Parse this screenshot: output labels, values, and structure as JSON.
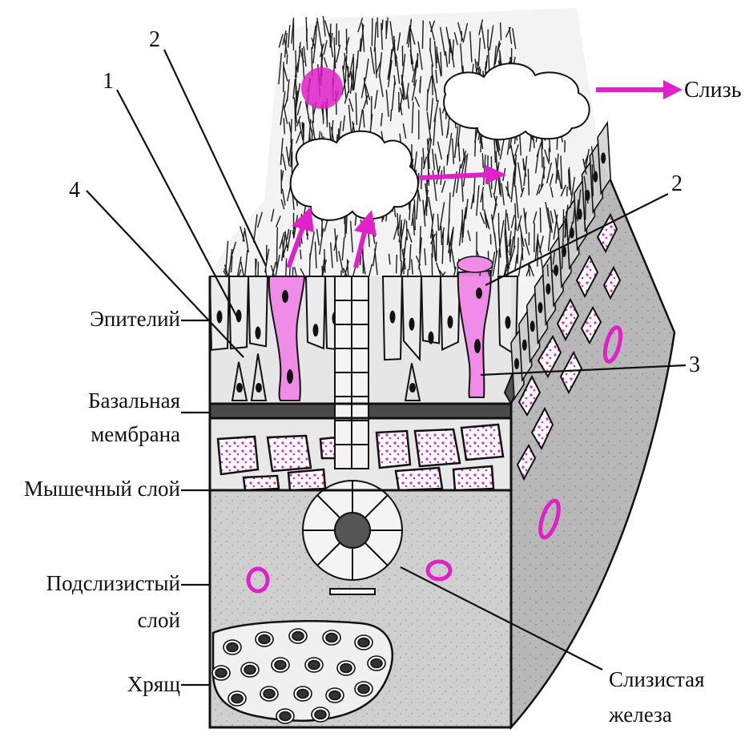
{
  "diagram": {
    "numbers": {
      "n1": "1",
      "n2_left": "2",
      "n2_right": "2",
      "n3": "3",
      "n4": "4"
    },
    "labels": {
      "mucus": "Слизь",
      "epithelium": "Эпителий",
      "basal_membrane_line1": "Базальная",
      "basal_membrane_line2": "мембрана",
      "muscle_layer": "Мышечный слой",
      "submucosa_line1": "Подслизистый",
      "submucosa_line2": "слой",
      "cartilage": "Хрящ",
      "gland_line1": "Слизистая",
      "gland_line2": "железа"
    },
    "colors": {
      "accent": "#e020c8",
      "goblet_fill": "#f08ce8",
      "tissue_gray": "#c8c8c8",
      "side_gray": "#b4b4b4",
      "outline": "#111111"
    }
  }
}
